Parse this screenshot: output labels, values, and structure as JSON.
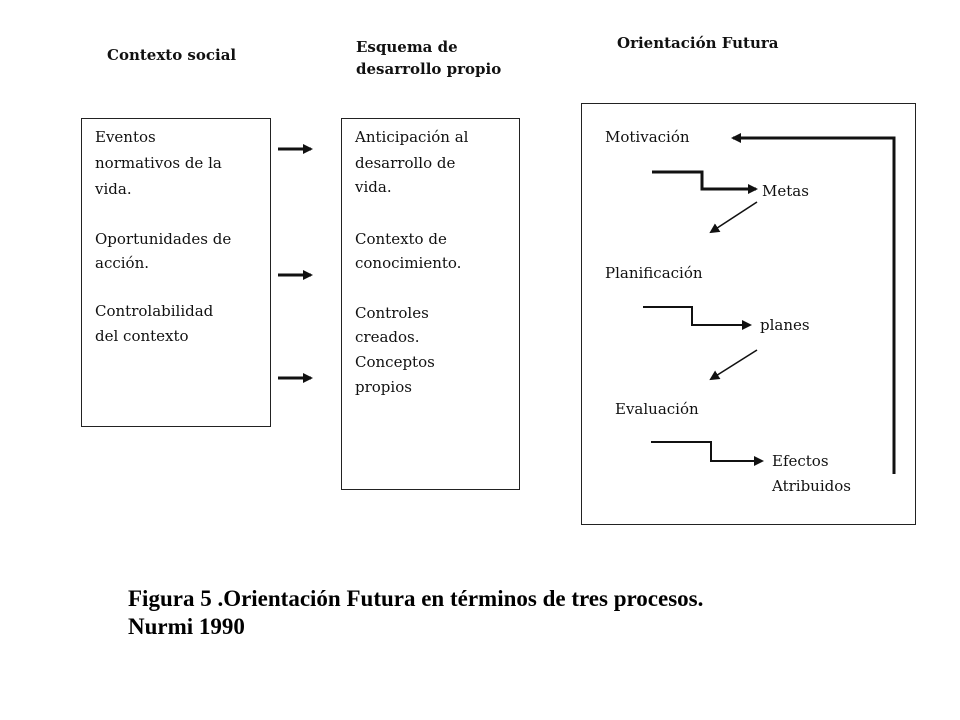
{
  "headers": {
    "social": "Contexto social",
    "esquema_1": "Esquema de",
    "esquema_2": "desarrollo propio",
    "orientacion": "Orientación Futura"
  },
  "box_social": {
    "lines": [
      "Eventos",
      "normativos de la",
      "vida.",
      "Oportunidades de",
      "acción.",
      "Controlabilidad",
      "del contexto"
    ]
  },
  "box_esquema": {
    "lines": [
      "Anticipación al",
      "desarrollo de",
      "vida.",
      "Contexto de",
      "conocimiento.",
      "Controles",
      "creados.",
      "Conceptos",
      "propios"
    ]
  },
  "box_orientacion": {
    "motivacion": "Motivación",
    "metas": "Metas",
    "planificacion": "Planificación",
    "planes": "planes",
    "evaluacion": "Evaluación",
    "efectos": "Efectos",
    "atribuidos": "Atribuidos"
  },
  "caption": {
    "line1": "Figura 5 .Orientación Futura en términos de tres procesos.",
    "line2": "Nurmi 1990"
  }
}
